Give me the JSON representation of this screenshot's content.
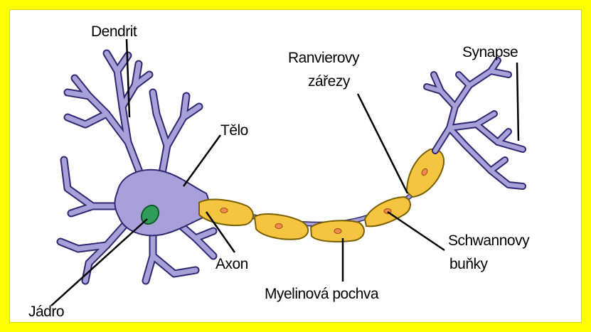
{
  "colors": {
    "frame": "#ffff00",
    "background": "#ffffff",
    "neuron": "#a8a0d8",
    "neuron_outline": "#2e2870",
    "myelin": "#f5c542",
    "myelin_outline": "#7a6000",
    "schwann_nucleus": "#ef8a50",
    "nucleus": "#2f9e5a",
    "nucleus_outline": "#0f5a2c",
    "leader_line": "#000000"
  },
  "labels": {
    "dendrit": "Dendrit",
    "telo": "Tělo",
    "jadro": "Jádro",
    "axon": "Axon",
    "ranvier_line1": "Ranvierovy",
    "ranvier_line2": "zářezy",
    "synapse": "Synapse",
    "schwann_line1": "Schwannovy",
    "schwann_line2": "buňky",
    "myelin": "Myelinová pochva"
  }
}
